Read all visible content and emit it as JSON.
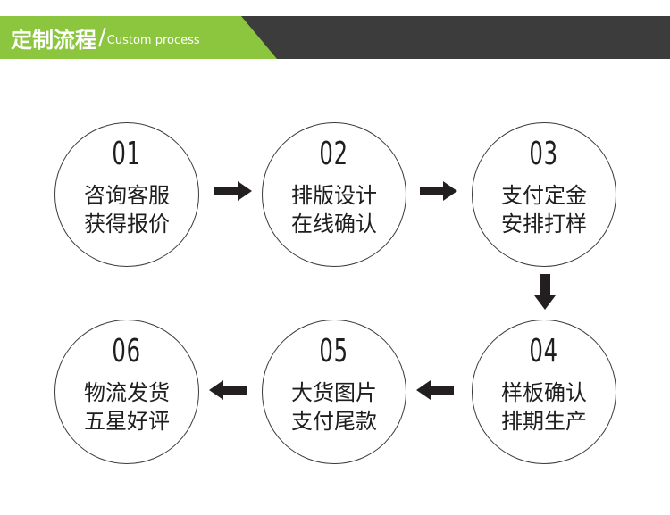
{
  "header": {
    "title_zh": "定制流程",
    "separator": "/",
    "title_en": "Custom process",
    "colors": {
      "accent": "#8cc63f",
      "bar": "#3c3c3c"
    }
  },
  "steps": [
    {
      "number": "01",
      "line1": "咨询客服",
      "line2": "获得报价"
    },
    {
      "number": "02",
      "line1": "排版设计",
      "line2": "在线确认"
    },
    {
      "number": "03",
      "line1": "支付定金",
      "line2": "安排打样"
    },
    {
      "number": "04",
      "line1": "样板确认",
      "line2": "排期生产"
    },
    {
      "number": "05",
      "line1": "大货图片",
      "line2": "支付尾款"
    },
    {
      "number": "06",
      "line1": "物流发货",
      "line2": "五星好评"
    }
  ],
  "arrows": [
    "arrow-right-icon",
    "arrow-right-icon",
    "arrow-down-icon",
    "arrow-left-icon",
    "arrow-left-icon"
  ]
}
